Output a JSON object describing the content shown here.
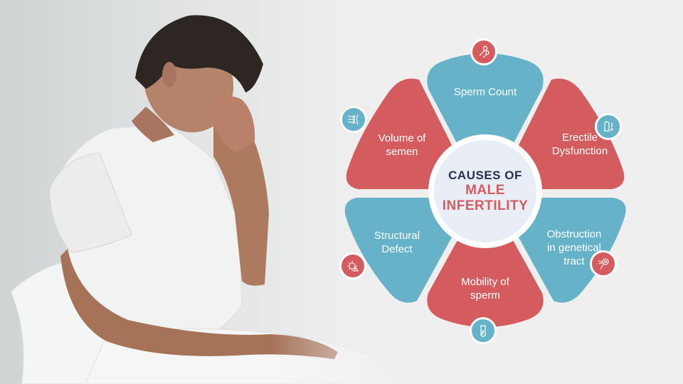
{
  "title": {
    "line1": "CAUSES OF",
    "line2": "MALE",
    "line3": "INFERTILITY"
  },
  "colors": {
    "red": "#d45b5e",
    "blue": "#66b3c9",
    "navy": "#27304f",
    "center_fill": "#e8edf6",
    "background": "#efefef"
  },
  "photo": {
    "description": "man in white t-shirt sitting against wall, hand on forehead"
  },
  "causes": [
    {
      "label": "Sperm Count",
      "color": "blue",
      "icon": "sperm-icon"
    },
    {
      "label": "Erectile Dysfunction",
      "color": "red",
      "icon": "condom-warning-icon"
    },
    {
      "label": "Obstruction in genetical tract",
      "color": "blue",
      "icon": "egg-sperm-icon"
    },
    {
      "label": "Mobility of sperm",
      "color": "red",
      "icon": "test-tube-icon"
    },
    {
      "label": "Structural Defect",
      "color": "blue",
      "icon": "gear-warning-icon"
    },
    {
      "label": "Volume of semen",
      "color": "red",
      "icon": "sperm-flow-icon"
    }
  ],
  "labels_display": {
    "c0": [
      "Sperm Count"
    ],
    "c1": [
      "Erectile",
      "Dysfunction"
    ],
    "c2": [
      "Obstruction",
      "in genetical",
      "tract"
    ],
    "c3": [
      "Mobility of",
      "sperm"
    ],
    "c4": [
      "Structural",
      "Defect"
    ],
    "c5": [
      "Volume of",
      "semen"
    ]
  }
}
